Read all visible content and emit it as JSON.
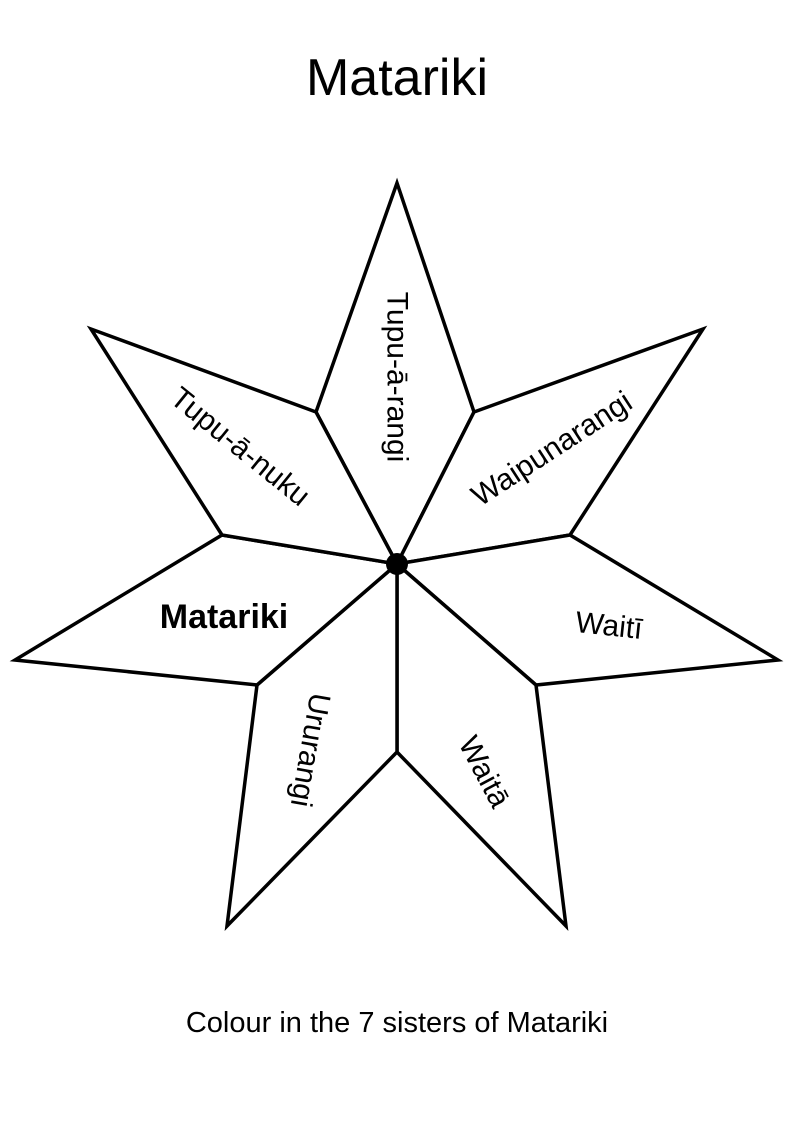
{
  "title": "Matariki",
  "caption": "Colour in the 7 sisters of Matariki",
  "stars": [
    {
      "id": "tupu-a-rangi",
      "label": "Tupu-ā-rangi",
      "bold": false
    },
    {
      "id": "waipunarangi",
      "label": "Waipunarangi",
      "bold": false
    },
    {
      "id": "waiti",
      "label": "Waitī",
      "bold": false
    },
    {
      "id": "waita",
      "label": "Waitā",
      "bold": false
    },
    {
      "id": "ururangi",
      "label": "Ururangi",
      "bold": false
    },
    {
      "id": "matariki",
      "label": "Matariki",
      "bold": true
    },
    {
      "id": "tupu-a-nuku",
      "label": "Tupu-ā-nuku",
      "bold": false
    }
  ],
  "colors": {
    "stroke": "#000000",
    "fill": "#ffffff",
    "text": "#000000"
  }
}
